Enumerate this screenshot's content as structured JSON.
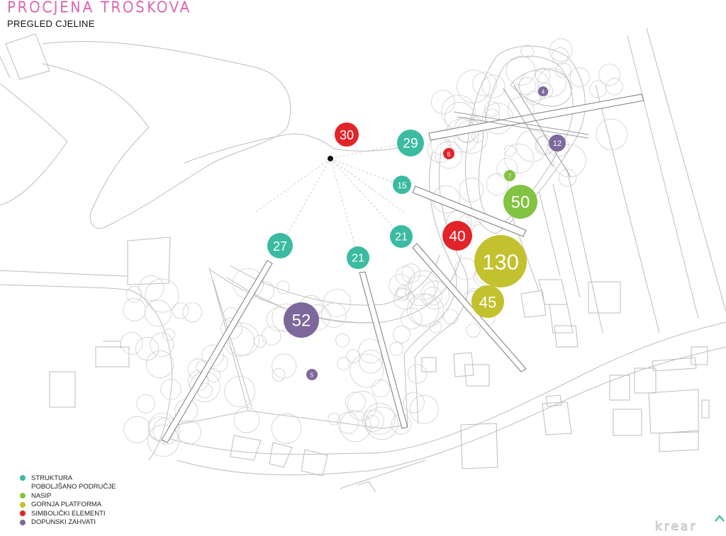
{
  "header": {
    "title": "PROCJENA TROŠKOVA",
    "subtitle": "PREGLED CJELINE"
  },
  "colors": {
    "struktura": "#3bbba1",
    "poboljsano": "#82c341",
    "nasip": "#c3c12d",
    "simbolicki": "#e3232a",
    "dopunski": "#7d679b",
    "title_accent": "#d74ba0",
    "linework": "#b8b8b8"
  },
  "legend": [
    {
      "label": "STRUKTURA",
      "category": "struktura",
      "dot": true
    },
    {
      "label": "POBOLJŠANO PODRUČJE",
      "category": "poboljsano",
      "dot": false
    },
    {
      "label": "NASIP",
      "category": "poboljsano",
      "dot": true
    },
    {
      "label": "GORNJA PLATFORMA",
      "category": "nasip",
      "dot": true
    },
    {
      "label": "SIMBOLIČKI ELEMENTI",
      "category": "simbolicki",
      "dot": true
    },
    {
      "label": "DOPUNSKI ZAHVATI",
      "category": "dopunski",
      "dot": true
    }
  ],
  "markers": [
    {
      "value": "30",
      "category": "simbolicki"
    },
    {
      "value": "29",
      "category": "struktura"
    },
    {
      "value": "6",
      "category": "simbolicki"
    },
    {
      "value": "4",
      "category": "dopunski"
    },
    {
      "value": "12",
      "category": "dopunski"
    },
    {
      "value": "15",
      "category": "struktura"
    },
    {
      "value": "7",
      "category": "poboljsano"
    },
    {
      "value": "50",
      "category": "poboljsano"
    },
    {
      "value": "21",
      "category": "struktura"
    },
    {
      "value": "40",
      "category": "simbolicki"
    },
    {
      "value": "27",
      "category": "struktura"
    },
    {
      "value": "21",
      "category": "struktura"
    },
    {
      "value": "130",
      "category": "nasip"
    },
    {
      "value": "45",
      "category": "nasip"
    },
    {
      "value": "52",
      "category": "dopunski"
    },
    {
      "value": "5",
      "category": "dopunski"
    }
  ],
  "logo": {
    "text": "krear",
    "icon": "chevron-up-icon"
  }
}
